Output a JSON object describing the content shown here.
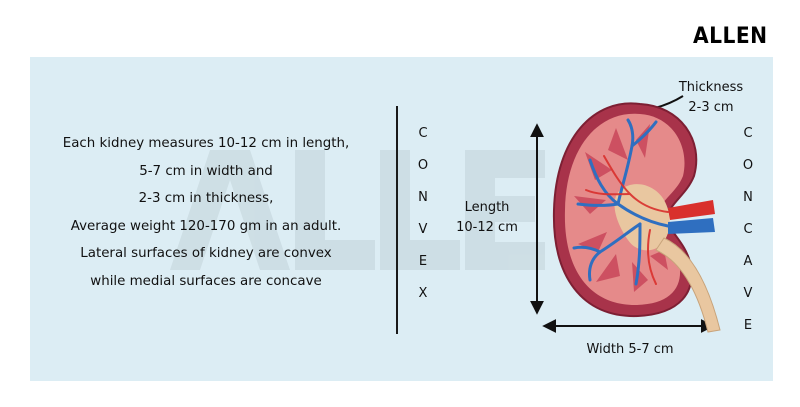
{
  "brand": {
    "logo_text": "ALLEN"
  },
  "description": {
    "lines": [
      "Each kidney measures 10-12 cm in length,",
      "5-7 cm in width and",
      "2-3 cm in thickness,",
      "Average weight 120-170 gm in an adult.",
      "Lateral surfaces of kidney are convex",
      "while medial surfaces are concave"
    ]
  },
  "convex_letters": [
    "C",
    "O",
    "N",
    "V",
    "E",
    "X"
  ],
  "concave_letters": [
    "C",
    "O",
    "N",
    "C",
    "A",
    "V",
    "E"
  ],
  "labels": {
    "length_title": "Length",
    "length_value": "10-12 cm",
    "thickness_title": "Thickness",
    "thickness_value": "2-3 cm",
    "width": "Width 5-7 cm"
  },
  "colors": {
    "panel": "#dcedf4",
    "kidney_capsule": "#a8334a",
    "cortex": "#e58a8a",
    "vessels_blue": "#2f6fc0",
    "artery_red": "#d9302c",
    "pelvis": "#e9c7a0"
  }
}
